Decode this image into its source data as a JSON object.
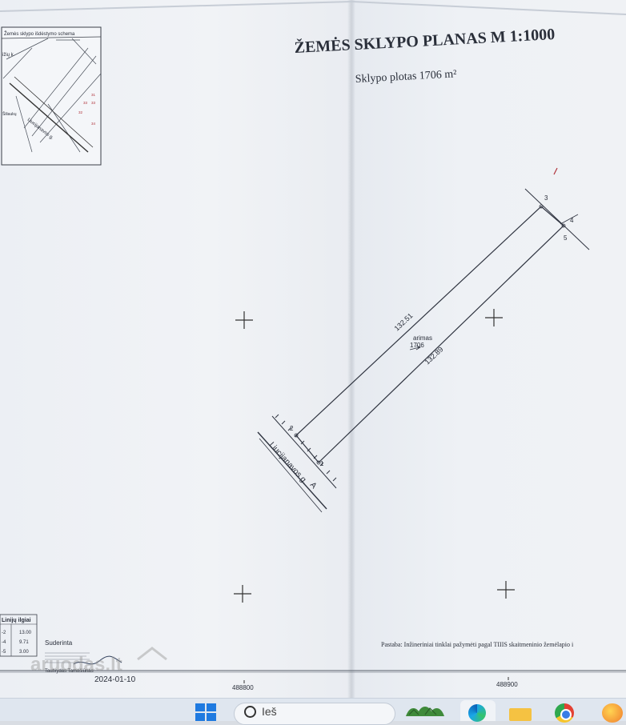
{
  "plan": {
    "title": "ŽEMĖS SKLYPO PLANAS M 1:1000",
    "area_label": "Sklypo plotas 1706 m²",
    "scheme_title": "Žemės sklypo išdėstymo schema",
    "scheme_labels": [
      "ižių k.",
      "Šiliaukų",
      "Liucijanavos g.",
      "31",
      "33",
      "32",
      "33",
      "34"
    ],
    "side_lengths": {
      "upper": "132.51",
      "lower": "132.89"
    },
    "land_use": "arimas",
    "parcel_area": "1706",
    "street": "Liucijanavos g.",
    "street_marker": "A",
    "point_numbers": [
      "1",
      "2",
      "3",
      "4",
      "5"
    ],
    "coord_bottom_left": "488800",
    "coord_bottom_right": "488900",
    "line_table_title": "Linijų ilgiai",
    "line_table": [
      {
        "from": "-2",
        "value": "13.00"
      },
      {
        "from": "-4",
        "value": "9.71"
      },
      {
        "from": "-5",
        "value": "3.00"
      }
    ],
    "approved_label": "Suderinta",
    "approved_name": "Tautvydas Tamošiūnas",
    "approved_date": "2024-01-10",
    "note": "Pastaba: Inžineriniai tinklai pažymėti pagal TIIIS skaitmeninio žemėlapio i"
  },
  "watermark": "aruodas.lt",
  "taskbar": {
    "search_text": "Ieš",
    "icons": [
      "windows-start-icon",
      "search-icon",
      "widgets-icon",
      "edge-icon",
      "file-explorer-icon",
      "chrome-icon",
      "app-icon"
    ]
  }
}
